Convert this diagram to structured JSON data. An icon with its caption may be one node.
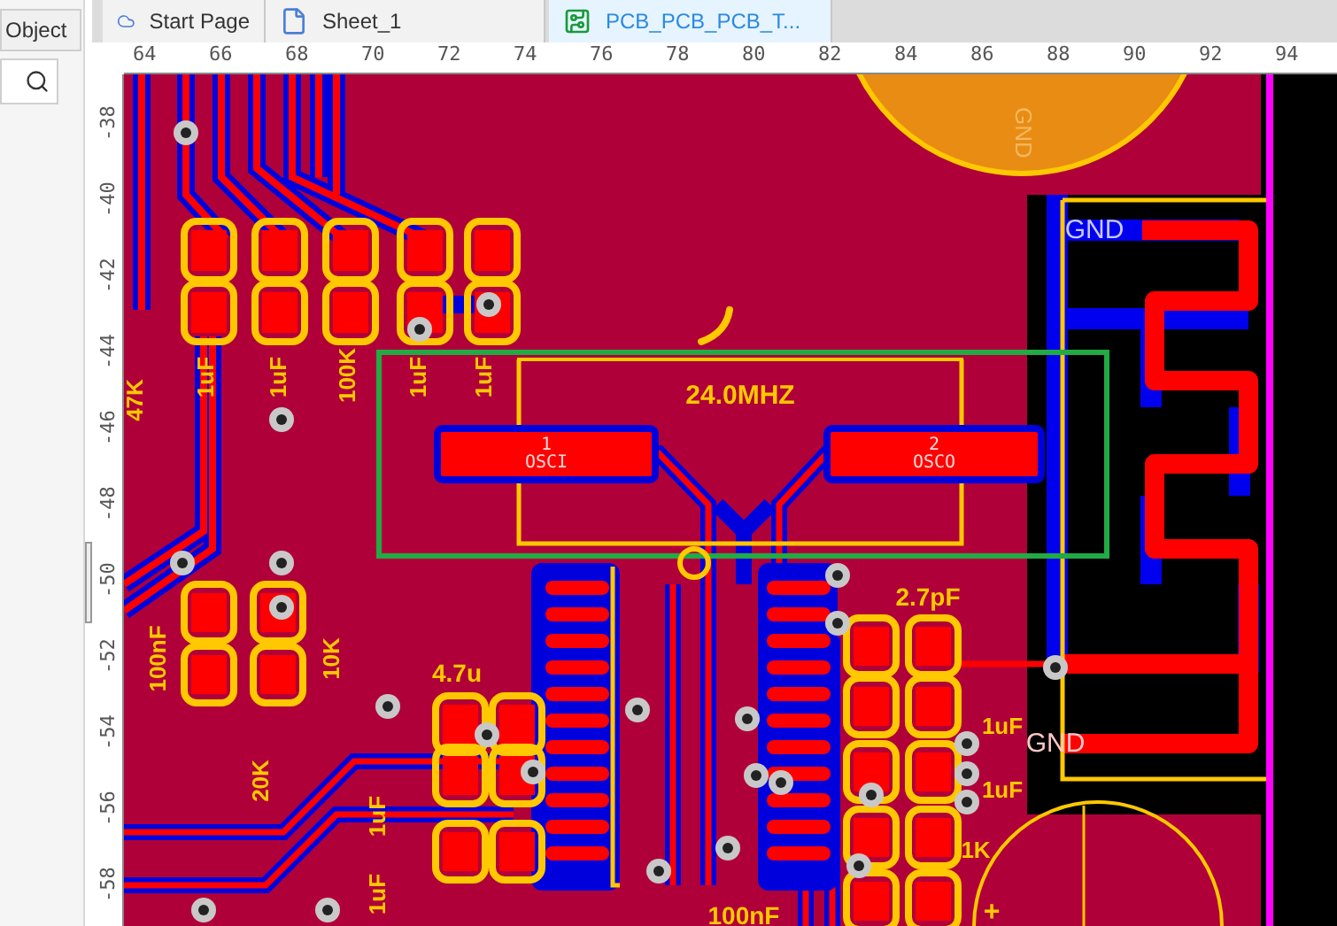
{
  "diagram": {
    "nodes": [
      {
        "text": [
          "24.0MHZ"
        ]
      },
      {
        "text": [
          "1",
          "OSCI"
        ]
      },
      {
        "text": [
          "2",
          "OSCO"
        ]
      }
    ],
    "labels": [
      "Object",
      "Start Page",
      "Sheet_1",
      "PCB_PCB_PCB_T...",
      "64",
      "66",
      "68",
      "70",
      "72",
      "74",
      "76",
      "78",
      "80",
      "82",
      "84",
      "86",
      "88",
      "90",
      "92",
      "94",
      "-38",
      "-40",
      "-42",
      "-44",
      "-46",
      "-48",
      "-50",
      "-52",
      "-54",
      "-56",
      "-58",
      "GND",
      "GND",
      "47K",
      "1uF",
      "1uF",
      "100K",
      "1uF",
      "1uF",
      "2.7pF",
      "100nF",
      "10K",
      "4.7u",
      "1uF",
      "GND",
      "20K",
      "1uF",
      "1uF",
      "1K",
      "1uF",
      "100nF",
      "+"
    ]
  }
}
